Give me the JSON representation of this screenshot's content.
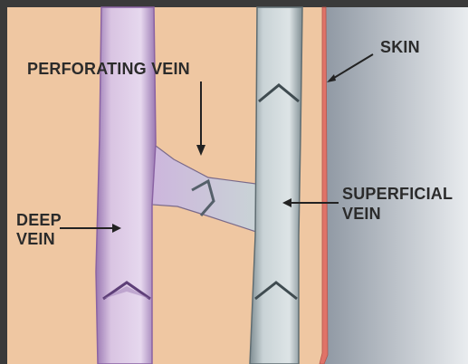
{
  "labels": {
    "skin": "SKIN",
    "perforating_vein": "PERFORATING VEIN",
    "deep_vein": [
      "DEEP",
      "VEIN"
    ],
    "superficial_vein": [
      "SUPERFICIAL",
      "VEIN"
    ]
  },
  "colors": {
    "frame": "#3a3a3a",
    "tissue": "#efc7a2",
    "skin_line": "#e07368",
    "deep_vein": "#d9c4e2",
    "deep_vein_edge": "#8a63a3",
    "superficial_vein": "#c9d3d6",
    "superficial_vein_edge": "#5f6d72",
    "outside": "#a6adb5"
  }
}
